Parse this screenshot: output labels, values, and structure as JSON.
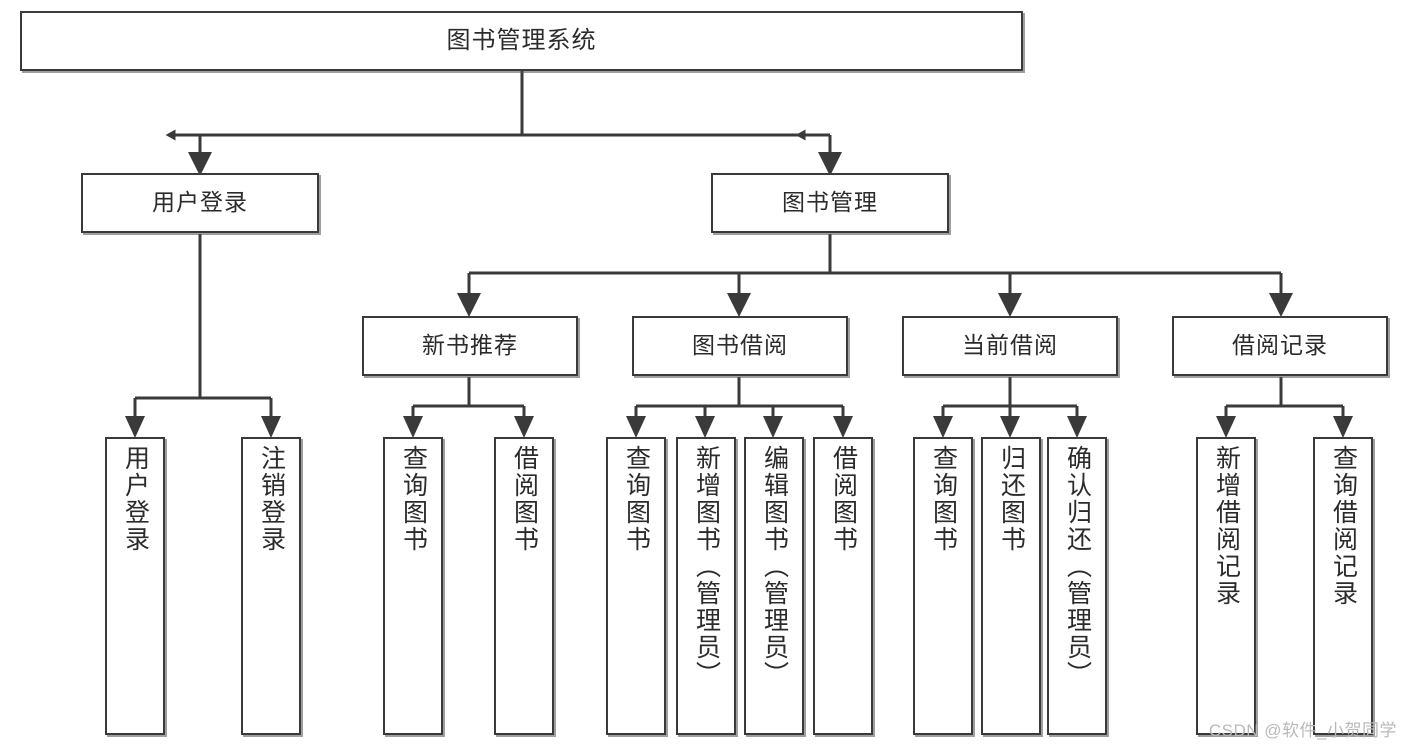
{
  "diagram": {
    "title": "图书管理系统",
    "type": "tree",
    "watermark": "CSDN @软件_小贺同学",
    "colors": {
      "stroke": "#3a3a3a",
      "text": "#2b2b2b",
      "background": "#ffffff",
      "watermark": "#b9b9b9"
    },
    "root": {
      "label": "图书管理系统"
    },
    "level1": [
      {
        "label": "用户登录"
      },
      {
        "label": "图书管理"
      }
    ],
    "level2": [
      {
        "label": "新书推荐"
      },
      {
        "label": "图书借阅"
      },
      {
        "label": "当前借阅"
      },
      {
        "label": "借阅记录"
      }
    ],
    "leaves": {
      "user_login": [
        {
          "label": "用户登录"
        },
        {
          "label": "注销登录"
        }
      ],
      "new_book_recommend": [
        {
          "label": "查询图书"
        },
        {
          "label": "借阅图书"
        }
      ],
      "book_borrow": [
        {
          "label": "查询图书"
        },
        {
          "label": "新增图书（管理员）"
        },
        {
          "label": "编辑图书（管理员）"
        },
        {
          "label": "借阅图书"
        }
      ],
      "current_borrow": [
        {
          "label": "查询图书"
        },
        {
          "label": "归还图书"
        },
        {
          "label": "确认归还（管理员）"
        }
      ],
      "borrow_record": [
        {
          "label": "新增借阅记录"
        },
        {
          "label": "查询借阅记录"
        }
      ]
    }
  }
}
